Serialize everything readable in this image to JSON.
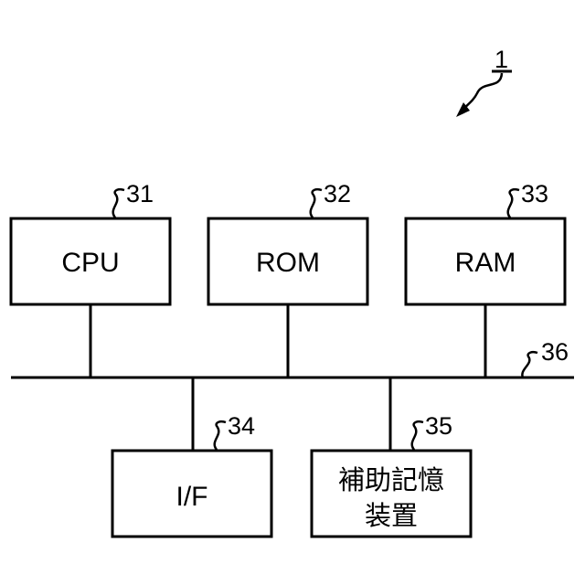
{
  "figure_ref": "1",
  "bus": {
    "ref": "36"
  },
  "blocks": [
    {
      "id": "cpu",
      "ref": "31",
      "label": "CPU"
    },
    {
      "id": "rom",
      "ref": "32",
      "label": "ROM"
    },
    {
      "id": "ram",
      "ref": "33",
      "label": "RAM"
    },
    {
      "id": "if",
      "ref": "34",
      "label": "I/F"
    },
    {
      "id": "storage",
      "ref": "35",
      "label_line1": "補助記憶",
      "label_line2": "装置"
    }
  ]
}
